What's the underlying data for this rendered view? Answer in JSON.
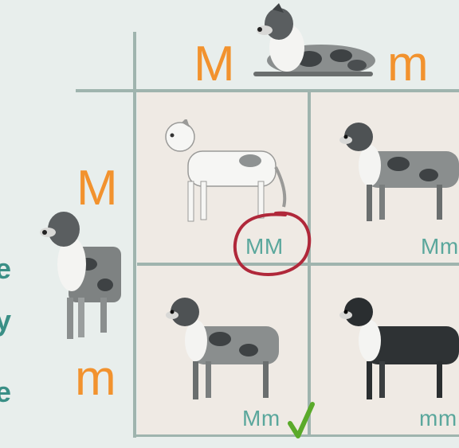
{
  "parents": {
    "top": {
      "allele_left": "M",
      "allele_right": "m"
    },
    "side": {
      "allele_top": "M",
      "allele_bottom": "m"
    }
  },
  "cells": [
    {
      "id": "tl",
      "genotype": "MM"
    },
    {
      "id": "tr",
      "genotype": "Mm"
    },
    {
      "id": "bl",
      "genotype": "Mm"
    },
    {
      "id": "br",
      "genotype": "mm"
    }
  ],
  "left_text_fragments": [
    "e",
    "y",
    "e"
  ],
  "colors": {
    "allele": "#f2922e",
    "genotype": "#5aa79c",
    "circle": "#b0283a",
    "check": "#5aaa2a",
    "grid_line": "#9fb4ae",
    "cell_bg": "#efeae4"
  }
}
